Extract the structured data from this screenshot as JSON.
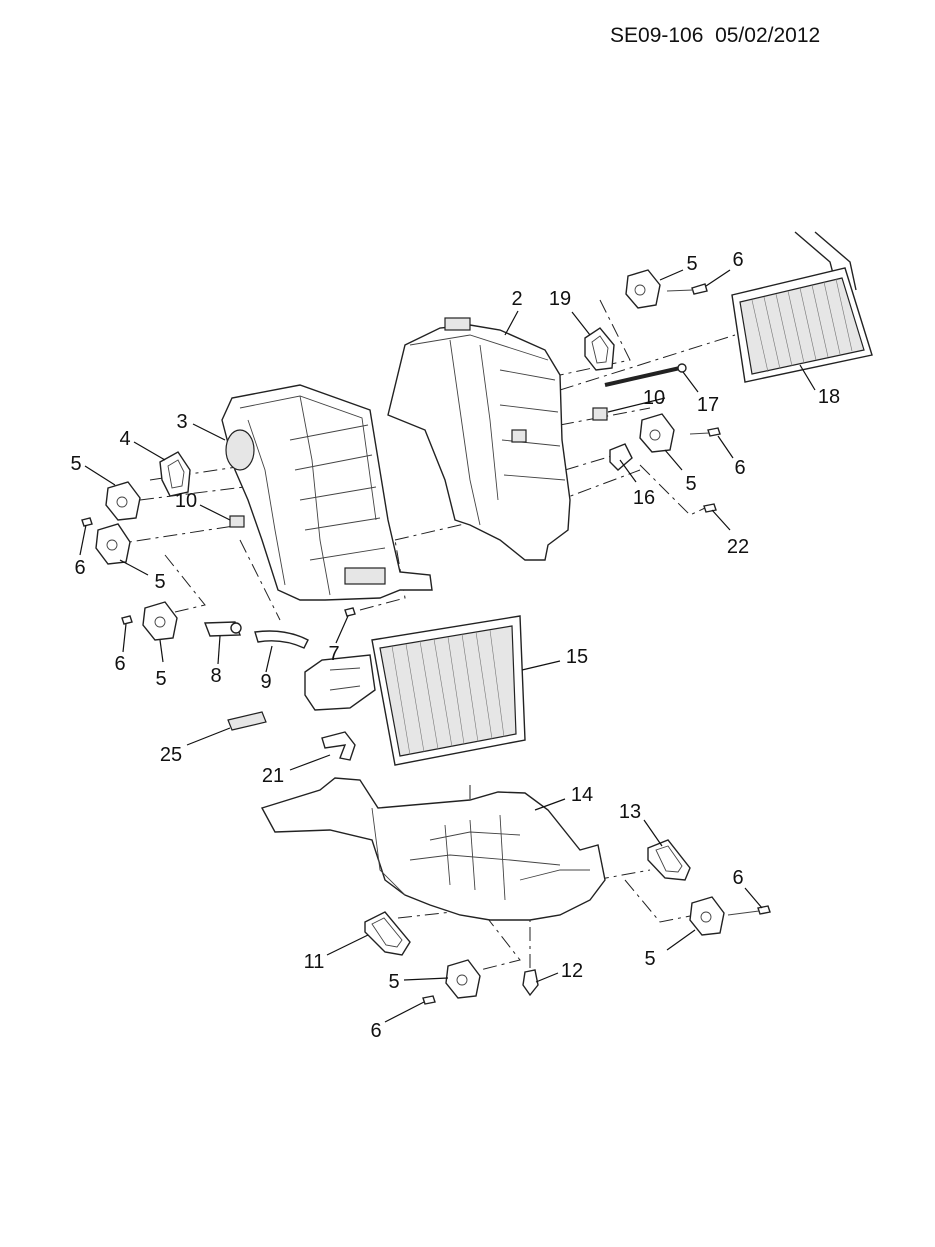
{
  "header": {
    "doc_id": "SE09-106",
    "date": "05/02/2012"
  },
  "callouts": [
    {
      "id": "c1",
      "text": "2"
    },
    {
      "id": "c2",
      "text": "19"
    },
    {
      "id": "c3",
      "text": "5"
    },
    {
      "id": "c4",
      "text": "6"
    },
    {
      "id": "c5",
      "text": "18"
    },
    {
      "id": "c6",
      "text": "17"
    },
    {
      "id": "c7",
      "text": "10"
    },
    {
      "id": "c8",
      "text": "6"
    },
    {
      "id": "c9",
      "text": "5"
    },
    {
      "id": "c10",
      "text": "16"
    },
    {
      "id": "c11",
      "text": "22"
    },
    {
      "id": "c12",
      "text": "3"
    },
    {
      "id": "c13",
      "text": "4"
    },
    {
      "id": "c14",
      "text": "5"
    },
    {
      "id": "c15",
      "text": "10"
    },
    {
      "id": "c16",
      "text": "6"
    },
    {
      "id": "c17",
      "text": "5"
    },
    {
      "id": "c18",
      "text": "6"
    },
    {
      "id": "c19",
      "text": "5"
    },
    {
      "id": "c20",
      "text": "8"
    },
    {
      "id": "c21",
      "text": "9"
    },
    {
      "id": "c22",
      "text": "7"
    },
    {
      "id": "c23",
      "text": "15"
    },
    {
      "id": "c24",
      "text": "25"
    },
    {
      "id": "c25",
      "text": "21"
    },
    {
      "id": "c26",
      "text": "14"
    },
    {
      "id": "c27",
      "text": "13"
    },
    {
      "id": "c28",
      "text": "6"
    },
    {
      "id": "c29",
      "text": "5"
    },
    {
      "id": "c30",
      "text": "11"
    },
    {
      "id": "c31",
      "text": "5"
    },
    {
      "id": "c32",
      "text": "12"
    },
    {
      "id": "c33",
      "text": "6"
    }
  ]
}
